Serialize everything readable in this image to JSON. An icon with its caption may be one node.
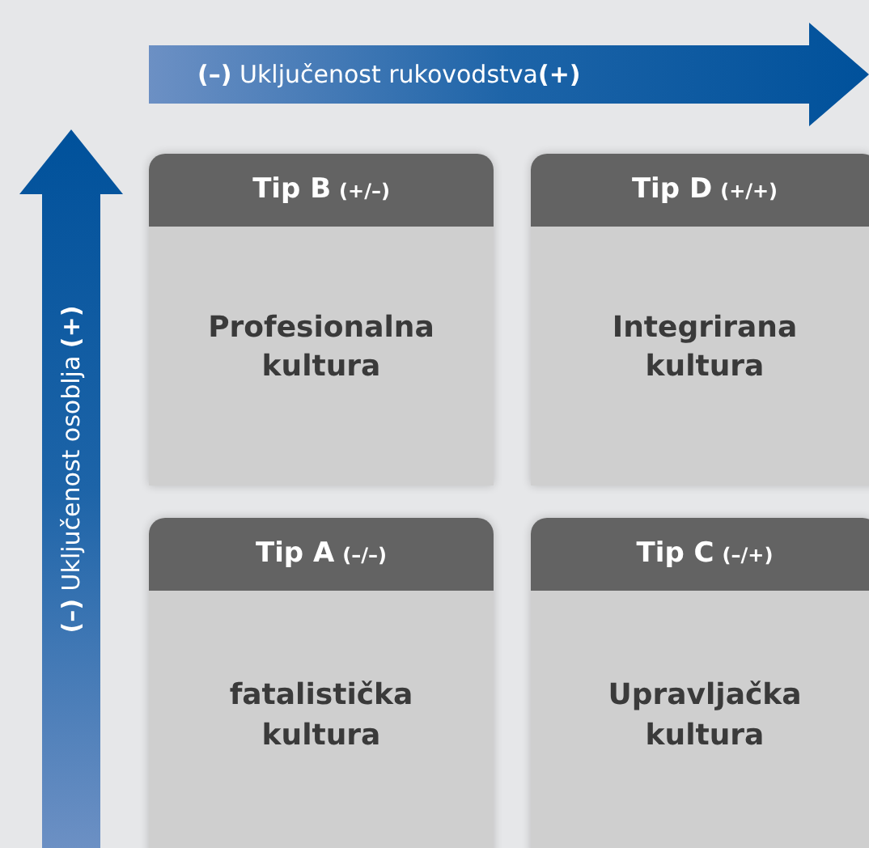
{
  "diagram": {
    "nodes": [
      {
        "text": [
          "Tip B",
          "(+/–)",
          "Profesionalna kultura"
        ]
      },
      {
        "text": [
          "Tip D",
          "(+/+)",
          "Integrirana kultura"
        ]
      },
      {
        "text": [
          "Tip A",
          "(–/–)",
          "fatalistička kultura"
        ]
      },
      {
        "text": [
          "Tip C",
          "(–/+)",
          "Upravljačka kultura"
        ]
      }
    ],
    "labels": [
      "**(–)** Uključenost rukovodstva**(+)**",
      "**(–)** Uključenost osoblja **(+)**"
    ]
  }
}
